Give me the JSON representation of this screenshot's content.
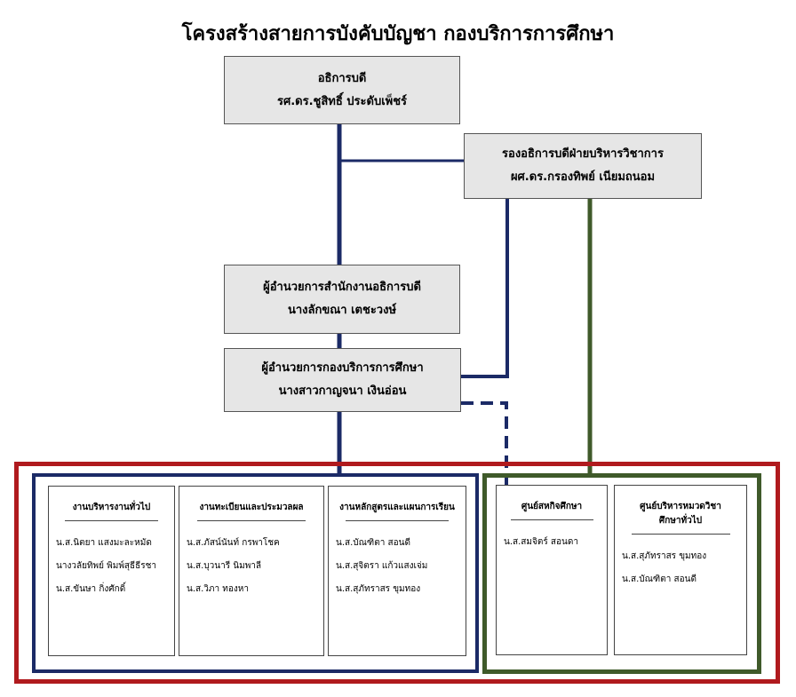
{
  "title": "โครงสร้างสายการบังคับบัญชา  กองบริการการศึกษา",
  "president": {
    "role": "อธิการบดี",
    "name": "รศ.ดร.ชูสิทธิ์ ประดับเพ็ชร์"
  },
  "vice_president": {
    "role": "รองอธิการบดีฝ่ายบริหารวิชาการ",
    "name": "ผศ.ดร.กรองทิพย์ เนียมถนอม"
  },
  "office_director": {
    "role": "ผู้อำนวยการสำนักงานอธิการบดี",
    "name": "นางลักขณา เตชะวงษ์"
  },
  "division_director": {
    "role": "ผู้อำนวยการกองบริการการศึกษา",
    "name": "นางสาวกาญจนา เงินอ่อน"
  },
  "units": [
    {
      "title": "งานบริหารงานทั่วไป",
      "members": [
        "น.ส.นิตยา แสงมะละหมัด",
        "นางวลัยทิพย์ พิมพ์สุธีธีรชา",
        "น.ส.ขันษา กิ่งศักดิ์"
      ]
    },
    {
      "title": "งานทะเบียนและประมวลผล",
      "members": [
        "น.ส.ภัสน์นันท์ กรพาโชค",
        "น.ส.บุวนารี นิมพาลี",
        "น.ส.วิภา ทองหา"
      ]
    },
    {
      "title": "งานหลักสูตรและแผนการเรียน",
      "members": [
        "น.ส.บัณฑิตา สอนดี",
        "น.ส.สุจิตรา แก้วแสงเจ่ม",
        "น.ส.สุภัทราสร ขุมทอง"
      ]
    },
    {
      "title": "ศูนย์สหกิจศึกษา",
      "members": [
        "น.ส.สมจิตร์ สอนดา"
      ]
    },
    {
      "title": "ศูนย์บริหารหมวดวิชา ศึกษาทั่วไป",
      "members": [
        "น.ส.สุภัทราสร ขุมทอง",
        "น.ส.บัณฑิตา สอนดี"
      ]
    }
  ],
  "colors": {
    "navy": "#1b2a66",
    "green": "#3f5a2a",
    "red": "#b01a1e",
    "box_fill": "#e6e6e6"
  }
}
